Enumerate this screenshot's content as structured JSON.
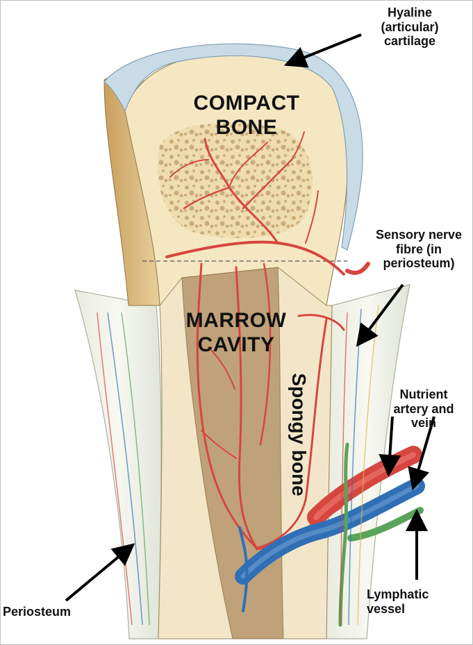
{
  "labels": {
    "hyaline_1": "Hyaline",
    "hyaline_2": "(articular)",
    "hyaline_3": "cartilage",
    "compact_1": "COMPACT",
    "compact_2": "BONE",
    "marrow_1": "MARROW",
    "marrow_2": "CAVITY",
    "spongy": "Spongy bone",
    "nerve_1": "Sensory nerve",
    "nerve_2": "fibre (in",
    "nerve_3": "periosteum)",
    "nutrient_1": "Nutrient",
    "nutrient_2": "artery and",
    "nutrient_3": "vein",
    "periosteum": "Periosteum",
    "lymph_1": "Lymphatic",
    "lymph_2": "vessel"
  },
  "colors": {
    "cartilage": "#c9dbe6",
    "bone_cut": "#f5e7c2",
    "bone_surface": "#d9b77c",
    "marrow": "#bfa27a",
    "artery": "#d6463f",
    "vein": "#2f6fb5",
    "lymph": "#5aa35a",
    "periosteum": "#eef1ea"
  }
}
